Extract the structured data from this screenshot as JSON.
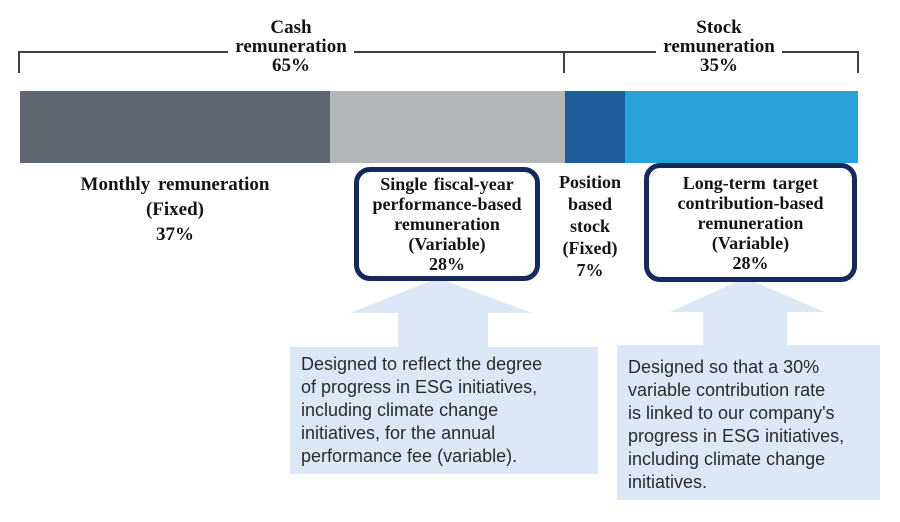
{
  "headings": {
    "cash": {
      "group": "Cash",
      "word": "remuneration",
      "pct": "65%"
    },
    "stock": {
      "group": "Stock",
      "word": "remuneration",
      "pct": "35%"
    }
  },
  "bar": {
    "monthly_label": "Monthly remuneration\n(Fixed)\n37%",
    "single_fy_label": "Single fiscal-year\nperformance-based\nremuneration\n(Variable)\n28%",
    "position_label": "Position\nbased\nstock\n(Fixed)\n7%",
    "long_term_label": "Long-term target\ncontribution-based\nremuneration\n(Variable)\n28%"
  },
  "callouts": {
    "left": "Designed to reflect the degree\nof progress in ESG initiatives,\nincluding climate change\ninitiatives, for the annual\nperformance fee (variable).",
    "right": "Designed so that a 30%\nvariable contribution rate\nis linked to our company's\nprogress in ESG initiatives,\nincluding climate change\ninitiatives."
  },
  "colors": {
    "monthly_fixed_segment": "#5f6672",
    "single_fy_variable_segment": "#b3b7ba",
    "position_stock_segment": "#1e5c9b",
    "long_term_variable_segment": "#2aa2d8",
    "navy_box_border": "#17285c",
    "callout_background": "#dce8f5",
    "bracket_line": "#3f3f3f"
  },
  "chart_data": {
    "type": "bar",
    "orientation": "horizontal-stacked-100pct",
    "title": "",
    "unit": "%",
    "groups": [
      {
        "label": "Cash remuneration",
        "value": 65
      },
      {
        "label": "Stock remuneration",
        "value": 35
      }
    ],
    "categories": [
      "Monthly remuneration (Fixed)",
      "Single fiscal-year performance-based remuneration (Variable)",
      "Position based stock (Fixed)",
      "Long-term target contribution-based remuneration (Variable)"
    ],
    "values": [
      37,
      28,
      7,
      28
    ],
    "annotations": [
      "Designed to reflect the degree of progress in ESG initiatives, including climate change initiatives, for the annual performance fee (variable).",
      "Designed so that a 30% variable contribution rate is linked to our company's progress in ESG initiatives, including climate change initiatives."
    ]
  }
}
